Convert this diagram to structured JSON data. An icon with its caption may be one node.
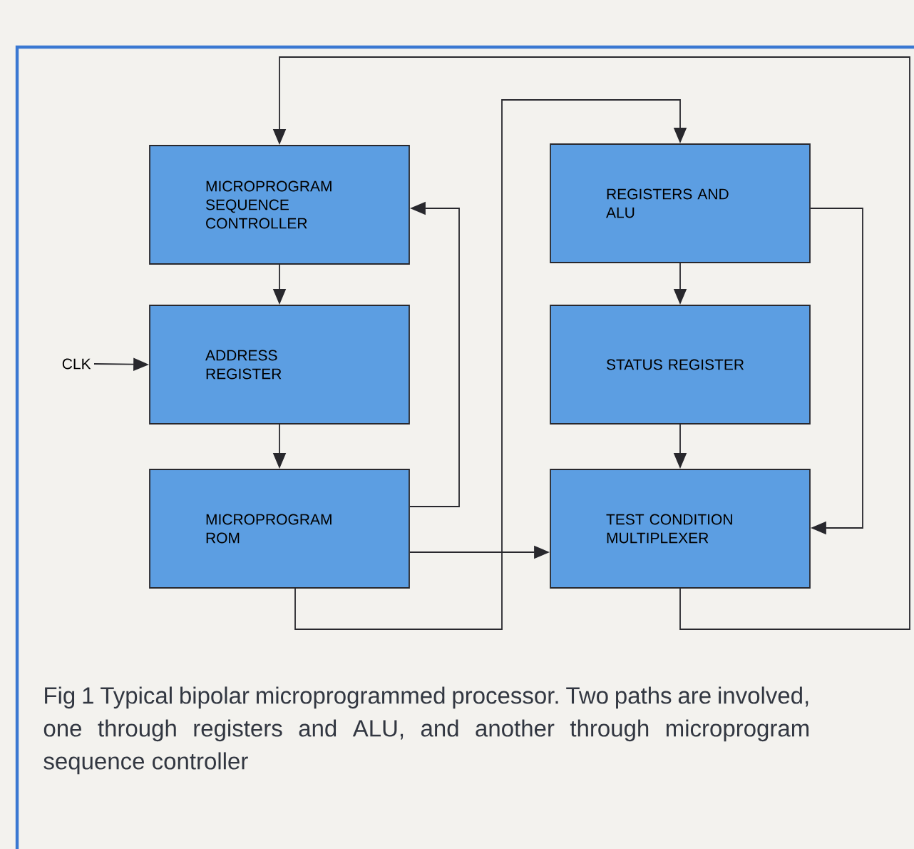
{
  "diagram": {
    "caption": "Fig 1  Typical bipolar microprogrammed processor. Two paths are involved, one through registers and ALU, and another through microprogram sequence controller",
    "nodes": [
      {
        "text": [
          "MICROPROGRAM SEQUENCE CONTROLLER"
        ]
      },
      {
        "text": [
          "ADDRESS REGISTER"
        ]
      },
      {
        "text": [
          "MICROPROGRAM ROM"
        ]
      },
      {
        "text": [
          "REGISTERS AND ALU"
        ]
      },
      {
        "text": [
          "STATUS REGISTER"
        ]
      },
      {
        "text": [
          "TEST CONDITION MULTIPLEXER"
        ]
      },
      {
        "text": [
          "CLK"
        ]
      }
    ],
    "edges": [
      {
        "from": 0,
        "to": 1,
        "arrow": "to"
      },
      {
        "from": 1,
        "to": 2,
        "arrow": "to"
      },
      {
        "from": 6,
        "to": 1,
        "arrow": "to"
      },
      {
        "from": 2,
        "to": 0,
        "arrow": "to"
      },
      {
        "from": 2,
        "to": 5,
        "arrow": "to"
      },
      {
        "from": 2,
        "to": 3,
        "arrow": "to"
      },
      {
        "from": 3,
        "to": 4,
        "arrow": "to"
      },
      {
        "from": 4,
        "to": 5,
        "arrow": "to"
      },
      {
        "from": 3,
        "to": 5,
        "arrow": "to"
      },
      {
        "from": 5,
        "to": 0,
        "arrow": "to"
      }
    ]
  }
}
